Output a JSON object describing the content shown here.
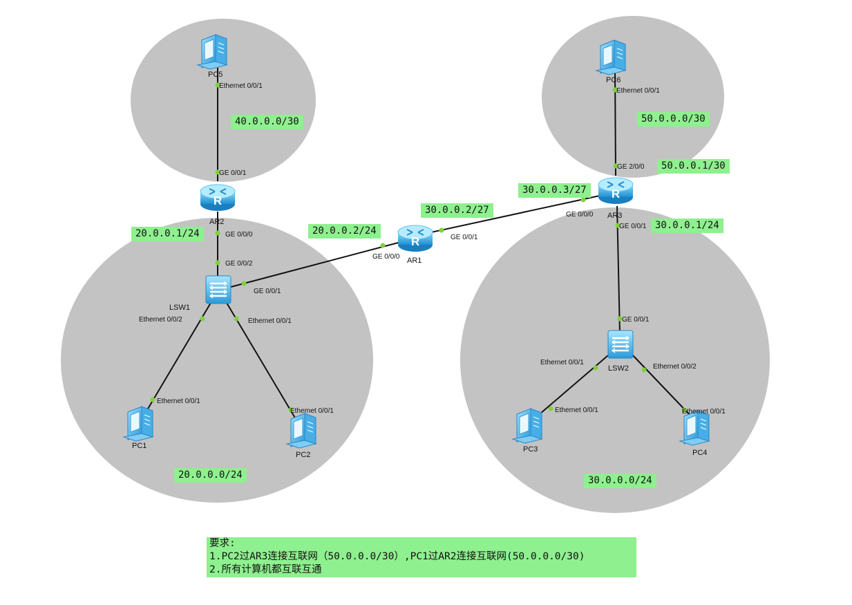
{
  "nodes": {
    "pc5": "PC5",
    "pc6": "PC6",
    "ar2": "AR2",
    "ar1": "AR1",
    "ar3": "AR3",
    "lsw1": "LSW1",
    "lsw2": "LSW2",
    "pc1": "PC1",
    "pc2": "PC2",
    "pc3": "PC3",
    "pc4": "PC4"
  },
  "ports": {
    "pc5_eth": "Ethernet 0/0/1",
    "ar2_ge001": "GE 0/0/1",
    "ar2_ge000": "GE 0/0/0",
    "lsw1_ge002": "GE 0/0/2",
    "lsw1_ge001": "GE 0/0/1",
    "lsw1_eth002": "Ethernet 0/0/2",
    "lsw1_eth001": "Ethernet 0/0/1",
    "pc1_eth": "Ethernet 0/0/1",
    "pc2_eth": "Ethernet 0/0/1",
    "ar1_ge000": "GE 0/0/0",
    "ar1_ge001": "GE 0/0/1",
    "ar3_ge000": "GE 0/0/0",
    "ar3_ge001": "GE 0/0/1",
    "ar3_ge200": "GE 2/0/0",
    "pc6_eth": "Ethernet 0/0/1",
    "lsw2_ge001": "GE 0/0/1",
    "lsw2_eth001": "Ethernet 0/0/1",
    "lsw2_eth002": "Ethernet 0/0/2",
    "pc3_eth": "Ethernet 0/0/1",
    "pc4_eth": "Ethernet 0/0/1"
  },
  "networks": {
    "net40": "40.0.0.0/30",
    "ar2_ge000_ip": "20.0.0.1/24",
    "ar1_ge000_ip": "20.0.0.2/24",
    "ar1_ge001_ip": "30.0.0.2/27",
    "ar3_ge000_ip": "30.0.0.3/27",
    "net50": "50.0.0.0/30",
    "ar3_ge200_ip": "50.0.0.1/30",
    "ar3_ge001_ip": "30.0.0.1/24",
    "net20": "20.0.0.0/24",
    "net30": "30.0.0.0/24"
  },
  "requirements": {
    "line0": "要求:",
    "line1": "1.PC2过AR3连接互联网（50.0.0.0/30）,PC1过AR2连接互联网(50.0.0.0/30)",
    "line2": "2.所有计算机都互联互通"
  },
  "colors": {
    "zone": "#c3c3c3",
    "label_bg": "#8ef08e",
    "port_dot": "#7fd23a",
    "device": "#3aaee6"
  }
}
